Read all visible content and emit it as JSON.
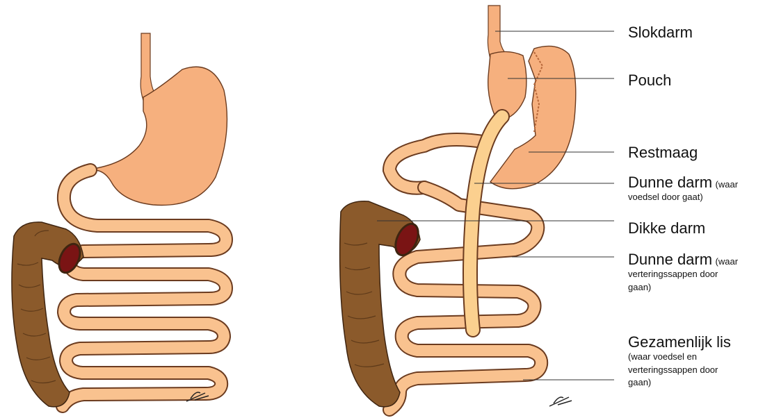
{
  "labels": {
    "slokdarm": "Slokdarm",
    "pouch": "Pouch",
    "restmaag": "Restmaag",
    "dunne_darm_1": {
      "main": "Dunne darm",
      "inline": "(waar",
      "note": "voedsel door gaat)"
    },
    "dikke_darm": "Dikke darm",
    "dunne_darm_2": {
      "main": "Dunne darm",
      "inline": "(waar",
      "note_1": "verteringssappen door",
      "note_2": "gaan)"
    },
    "gezamenlijk": {
      "main": "Gezamenlijk lis",
      "note_1": "(waar voedsel en",
      "note_2": "verteringssappen door",
      "note_3": "gaan)"
    }
  },
  "colors": {
    "stomach": "#f6b07e",
    "stomach_dark": "#e58a55",
    "intestine": "#f9c28f",
    "colon": "#8b5a2b",
    "colon_dark": "#5e3a18",
    "lumen": "#7a1414",
    "leader_line": "#333333"
  }
}
